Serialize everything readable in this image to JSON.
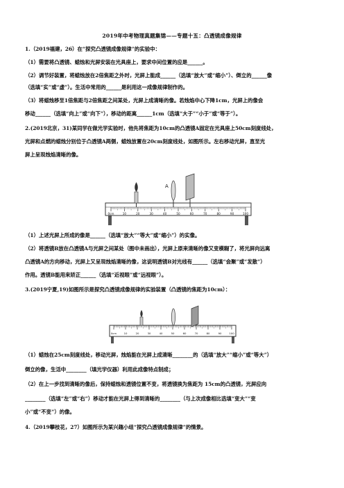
{
  "title": "2019年中考物理真题集锦——专题十五：凸透镜成像规律",
  "lines": [
    "1.（2019福建，26）在“探究凸透镜成像规律”的实验中：",
    "（1）需要将凸透镜、蜡烛和光屏安装在光具座上，要求中间位置的应是______。",
    "（2）调节好装置，将蜡烛放在2倍焦距之外时，光屏上能成______（选填“放大”或“缩小”）、倒立的______像",
    "（选填“实”或“虚”）。生活中常用的______是利用这一成像规律制作的。",
    "（3）将蜡烛移至1倍焦距与2倍焦距之间某处，光屏上成清晰的像。若烛焰中心下降1cm，光屏上的像会",
    "移动______（选填“向上”或“向下”），移动的距离______1cm（选填“大于”“小于”或“等于”）。",
    "2.(2019北京，31)某同学在做光学实验时，他先将焦距为10cm的凸透镜A固定在光具座上50cm刻度线处，",
    "光屏和点燃的蜡烛分别位于凸透镜A两侧，蜡烛放置在20cm刻度线处，如图所示。左右移动光屏，直至光",
    "屏上呈现烛焰清晰的像。",
    "（1）上述光屏上所成的像是______（选填“放大”“等大”或“缩小”）的实像。",
    "（2）将透镜B放在凸透镜A与光屏之间某处（图中未画出），光屏上原来清晰的像又变模糊了，将光屏向远离",
    "凸透镜A的方向移动，光屏上又呈现烛焰清晰的像，这说明透镜B对光线有______（选填“会聚”或“发散”）",
    "作用。透镜B能用来矫正______（选填“近视眼”或“远视眼”）。",
    "3.(2019宁夏,19)如图所示是探究凸透镜成像规律的实验装置（凸透镜的焦距为10cm）：",
    "（1）蜡烛在25cm刻度线处，移动光屏，烛焰能在光屏上成清晰________的（选填“放大”“缩小”或“等大”）",
    "倒立的像，生活中________（填光学仪器）利用此成像特点制成；",
    "（2）在上一步找到清晰的像后，保持蜡烛和透镜位置不变，将透镜换为焦距为 15cm的凸透镜，光屏应向",
    "________（选填“左”或“右”）移动才能在光屏上得到清晰的________（与上次成像相比选填“变大”“变",
    "小”或“不变”）的像。",
    "4.（2019攀枝花，27）如图所示为某兴趣小组“探究凸透镜成像规律”的情景。"
  ],
  "fig1": {
    "label_a": "A",
    "ticks": [
      "0cm",
      "10",
      "20",
      "30",
      "40",
      "50",
      "60",
      "70",
      "80",
      "90",
      "100"
    ]
  },
  "fig2": {
    "ticks": [
      "0cm",
      "10",
      "20",
      "30",
      "40",
      "50",
      "60",
      "70",
      "80",
      "90",
      "100"
    ]
  }
}
